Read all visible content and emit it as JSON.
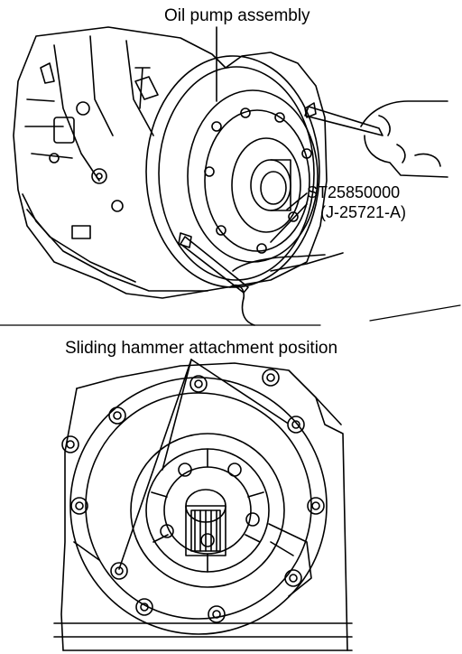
{
  "labels": {
    "oil_pump_assembly": "Oil pump assembly",
    "tool_number": "ST25850000",
    "tool_alt_number": "(J-25721-A)",
    "sliding_hammer_position": "Sliding hammer attachment position"
  },
  "colors": {
    "ink": "#000000",
    "paper": "#ffffff"
  }
}
